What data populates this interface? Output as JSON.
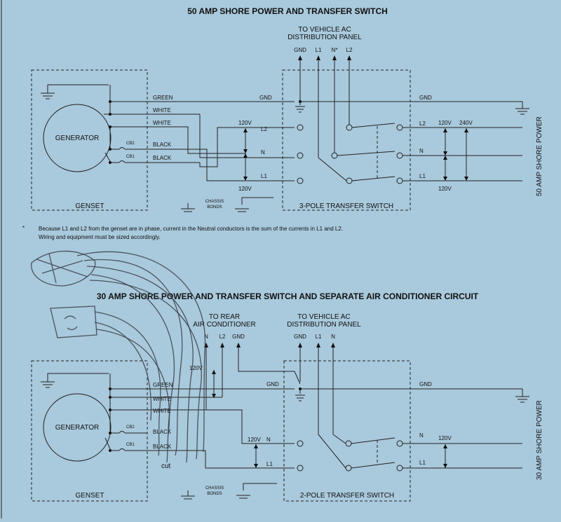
{
  "diagram1": {
    "title": "50 AMP SHORE POWER AND TRANSFER SWITCH",
    "panel_label_line1": "TO VEHICLE AC",
    "panel_label_line2": "DISTRIBUTION PANEL",
    "panel_terms": [
      "GND",
      "L1",
      "N*",
      "L2"
    ],
    "wire_labels": [
      "GREEN",
      "WHITE",
      "WHITE",
      "BLACK",
      "BLACK"
    ],
    "breakers": [
      "CB2",
      "CB1"
    ],
    "generator": "GENERATOR",
    "genset": "GENSET",
    "chassis_line1": "CHASSIS",
    "chassis_line2": "BONDS",
    "switch": "3-POLE TRANSFER SWITCH",
    "gnd_left": "GND",
    "gnd_right": "GND",
    "left_lines": [
      "L2",
      "N",
      "L1"
    ],
    "right_lines": [
      "L2",
      "N",
      "L1"
    ],
    "v_left_top": "120V",
    "v_left_bottom": "120V",
    "v_right_top": "120V",
    "v_right_240": "240V",
    "v_right_bottom": "120V",
    "shore": "50 AMP SHORE POWER",
    "note_mark": "*",
    "note_line1": "Because L1 and L2 from the genset are in phase, current in the Neutral conductors is the sum of the currents in L1 and L2.",
    "note_line2": "Wiring and equipment must be sized accordingly."
  },
  "diagram2": {
    "title": "30 AMP SHORE POWER AND TRANSFER SWITCH AND SEPARATE AIR CONDITIONER CIRCUIT",
    "ac_label_line1": "TO REAR",
    "ac_label_line2": "AIR CONDITIONER",
    "ac_terms": [
      "N",
      "L2",
      "GND"
    ],
    "ac_voltage": "120V",
    "panel_label_line1": "TO VEHICLE AC",
    "panel_label_line2": "DISTRIBUTION PANEL",
    "panel_terms": [
      "GND",
      "L1",
      "N"
    ],
    "wire_labels": [
      "GREEN",
      "WHITE",
      "WHITE",
      "BLACK",
      "BLACK"
    ],
    "breakers": [
      "CB2",
      "CB1"
    ],
    "generator": "GENERATOR",
    "genset": "GENSET",
    "chassis_line1": "CHASSIS",
    "chassis_line2": "BONDS",
    "switch": "2-POLE TRANSFER SWITCH",
    "gnd_left": "GND",
    "gnd_right": "GND",
    "left_lines": [
      "N",
      "L1"
    ],
    "right_lines": [
      "N",
      "L1"
    ],
    "v_left": "120V",
    "v_right": "120V",
    "shore": "30 AMP SHORE POWER",
    "annotation": "cut"
  }
}
